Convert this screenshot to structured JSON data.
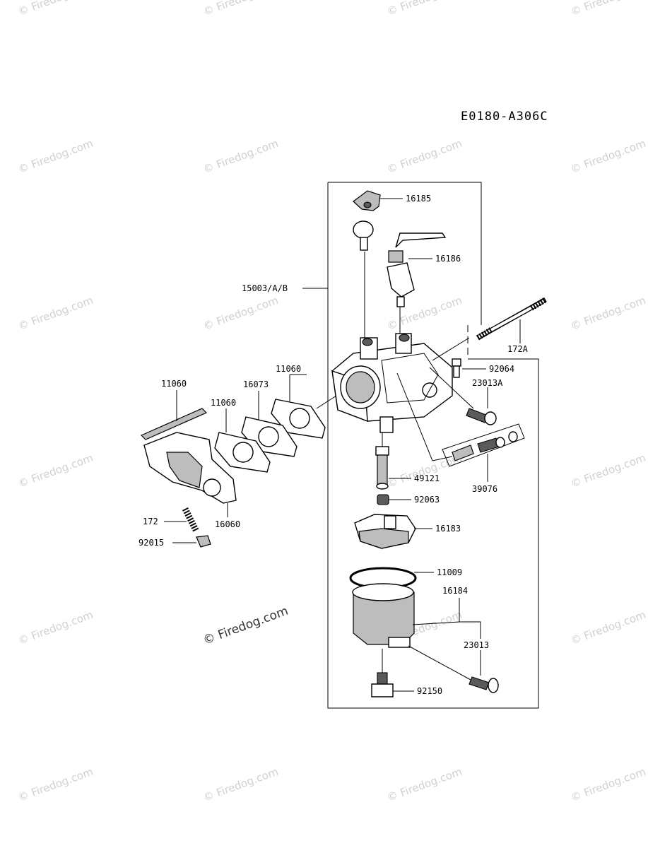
{
  "diagram_code": "E0180-A306C",
  "watermark_text": "© Firedog.com",
  "parts": [
    {
      "key": "p16185",
      "label": "16185"
    },
    {
      "key": "p16186",
      "label": "16186"
    },
    {
      "key": "p15003",
      "label": "15003/A/B"
    },
    {
      "key": "p172A",
      "label": "172A"
    },
    {
      "key": "p92064",
      "label": "92064"
    },
    {
      "key": "p23013A",
      "label": "23013A"
    },
    {
      "key": "p11060a",
      "label": "11060"
    },
    {
      "key": "p11060b",
      "label": "11060"
    },
    {
      "key": "p11060c",
      "label": "11060"
    },
    {
      "key": "p16073",
      "label": "16073"
    },
    {
      "key": "p49121",
      "label": "49121"
    },
    {
      "key": "p39076",
      "label": "39076"
    },
    {
      "key": "p92063",
      "label": "92063"
    },
    {
      "key": "p172",
      "label": "172"
    },
    {
      "key": "p16060",
      "label": "16060"
    },
    {
      "key": "p92015",
      "label": "92015"
    },
    {
      "key": "p16183",
      "label": "16183"
    },
    {
      "key": "p11009",
      "label": "11009"
    },
    {
      "key": "p16184",
      "label": "16184"
    },
    {
      "key": "p23013",
      "label": "23013"
    },
    {
      "key": "p92150",
      "label": "92150"
    }
  ]
}
